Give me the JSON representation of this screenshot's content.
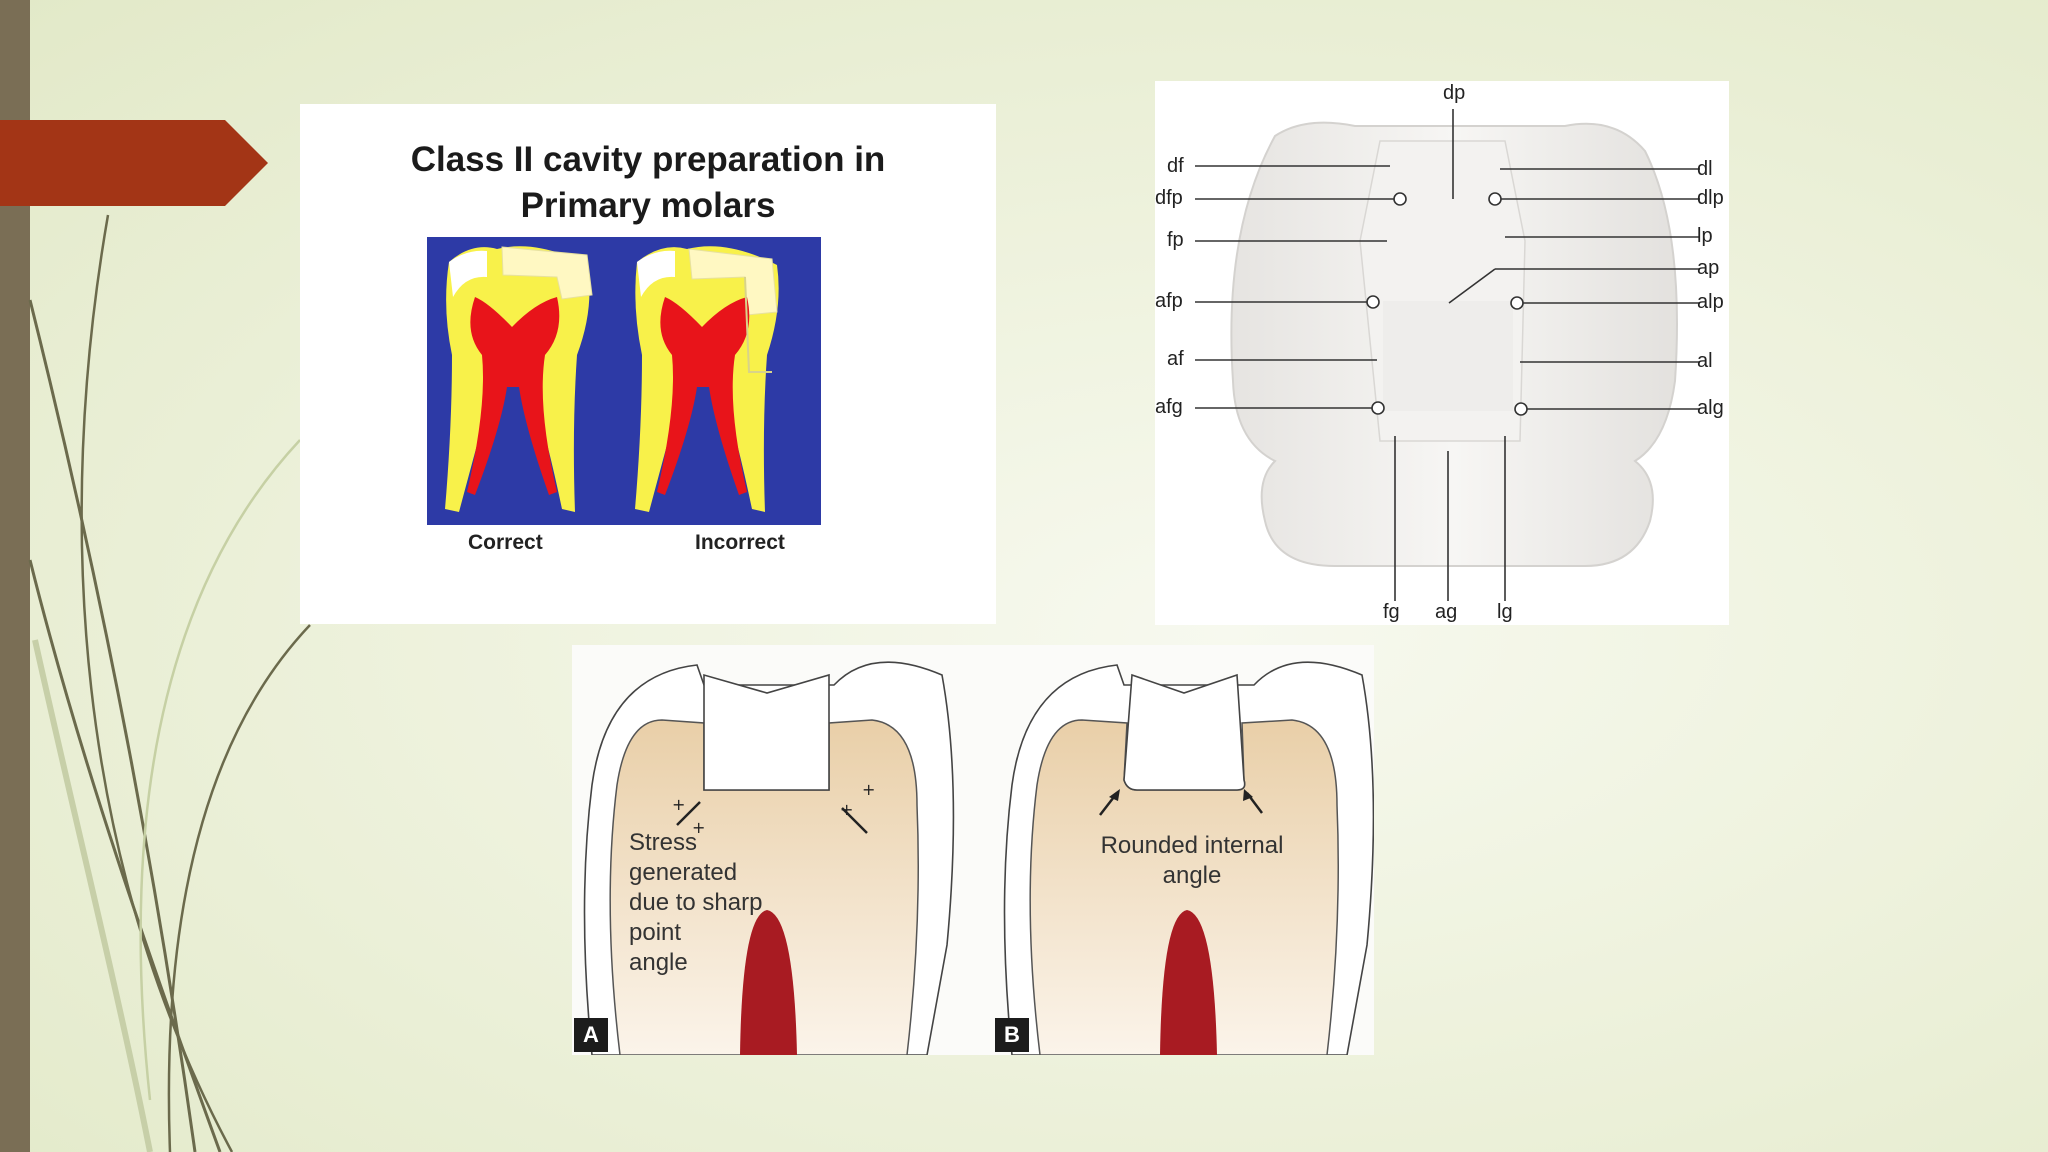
{
  "slide": {
    "accent_color": "#a33516",
    "sidebar_color": "#7a6e55"
  },
  "class2_figure": {
    "title_line1": "Class II cavity preparation in",
    "title_line2": "Primary molars",
    "caption_correct": "Correct",
    "caption_incorrect": "Incorrect",
    "colors": {
      "background": "#2d3aa6",
      "enamel_dentin": "#f8f14a",
      "pulp": "#e8141a"
    }
  },
  "cavity_labels": {
    "top": "dp",
    "left": [
      "df",
      "dfp",
      "fp",
      "afp",
      "af",
      "afg"
    ],
    "right": [
      "dl",
      "dlp",
      "lp",
      "ap",
      "alp",
      "al",
      "alg"
    ],
    "bottom": [
      "fg",
      "ag",
      "lg"
    ]
  },
  "stress_figure": {
    "panel_a": {
      "badge": "A",
      "note": [
        "Stress",
        "generated",
        "due to sharp",
        "point",
        "angle"
      ]
    },
    "panel_b": {
      "badge": "B",
      "note": [
        "Rounded internal",
        "angle"
      ]
    },
    "colors": {
      "dentin": "#e9cfa8",
      "pulp": "#a81b22"
    }
  }
}
